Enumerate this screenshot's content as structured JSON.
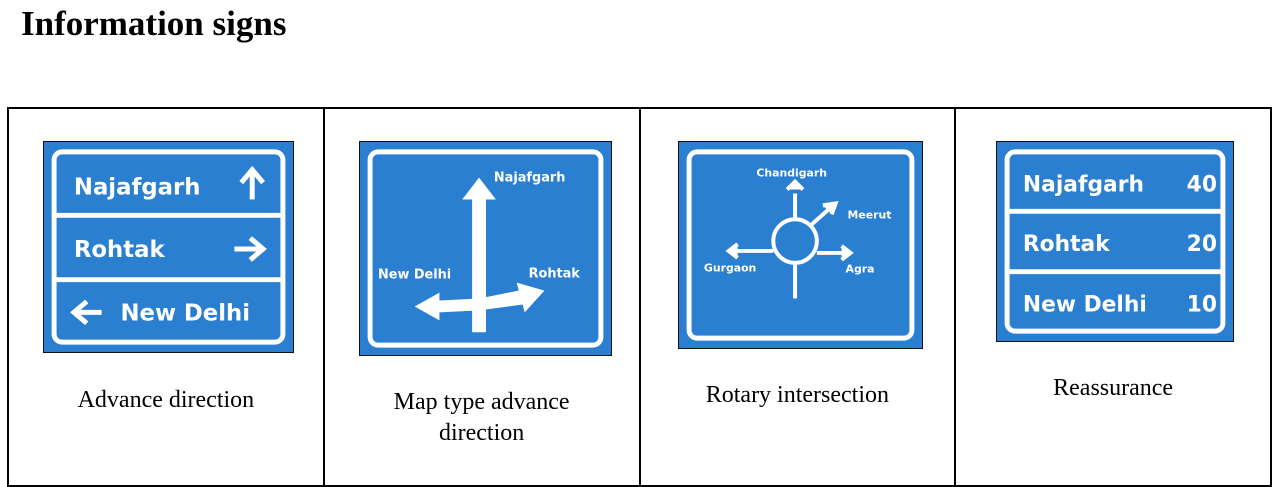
{
  "page": {
    "title": "Information signs"
  },
  "signs": {
    "advance_direction": {
      "caption": "Advance direction",
      "rows": [
        "Najafgarh",
        "Rohtak",
        "New Delhi"
      ],
      "icons": [
        "arrow-up-icon",
        "arrow-right-icon",
        "arrow-left-icon"
      ]
    },
    "map_type": {
      "caption": "Map type advance direction",
      "labels": {
        "north": "Najafgarh",
        "west": "New Delhi",
        "east": "Rohtak"
      }
    },
    "rotary": {
      "caption": "Rotary intersection",
      "labels": {
        "north": "Chandigarh",
        "northeast": "Meerut",
        "west": "Gurgaon",
        "east": "Agra"
      }
    },
    "reassurance": {
      "caption": "Reassurance",
      "rows": [
        {
          "place": "Najafgarh",
          "distance": "40"
        },
        {
          "place": "Rohtak",
          "distance": "20"
        },
        {
          "place": "New Delhi",
          "distance": "10"
        }
      ]
    }
  },
  "colors": {
    "sign_blue": "#2b7fd0",
    "sign_white": "#ffffff"
  }
}
